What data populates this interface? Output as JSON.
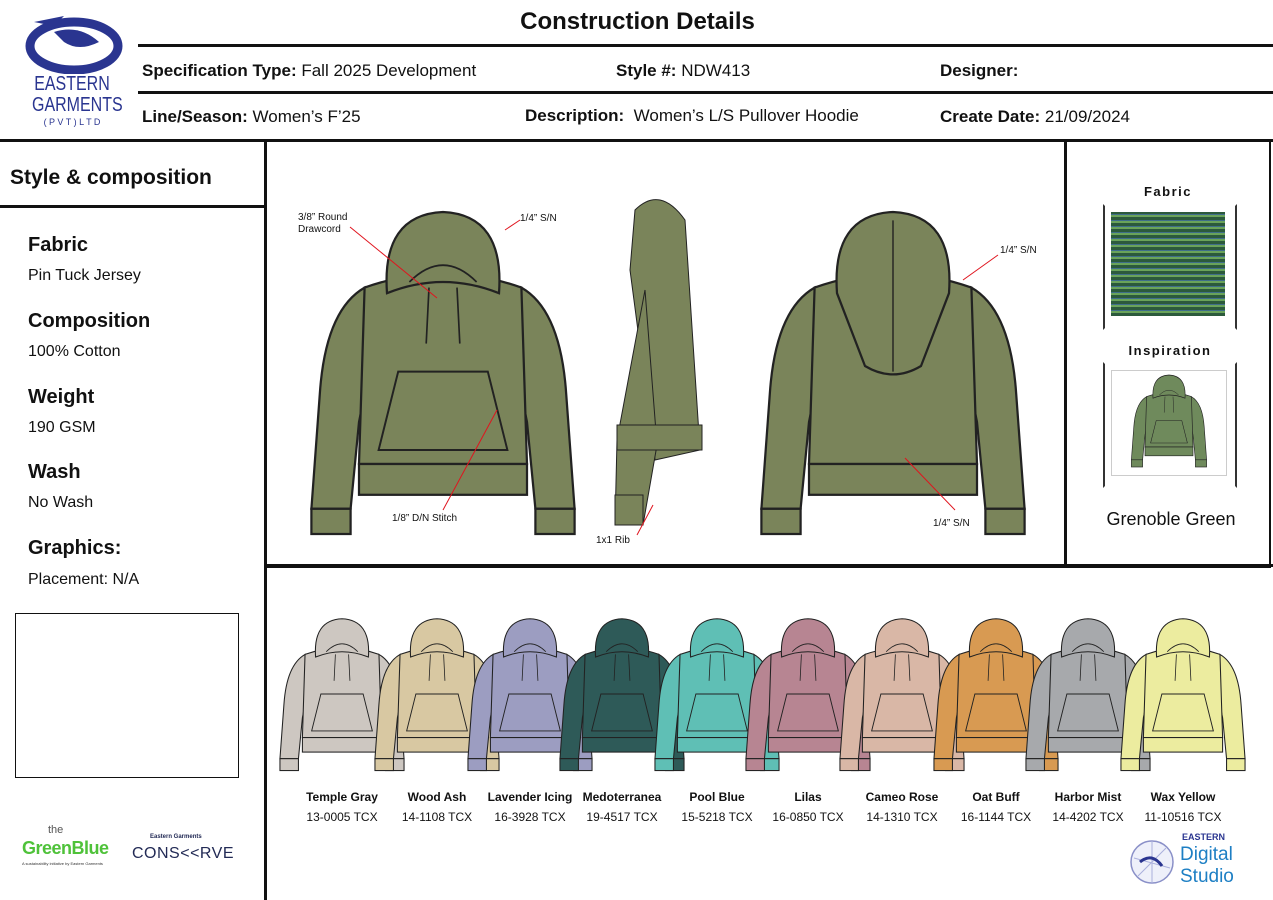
{
  "header": {
    "title": "Construction Details",
    "spec_type_label": "Specification Type:",
    "spec_type_value": "Fall 2025 Development",
    "style_label": "Style #:",
    "style_value": "NDW413",
    "designer_label": "Designer:",
    "designer_value": "",
    "line_label": "Line/Season:",
    "line_value": "Women’s  F’25",
    "desc_label": "Description:",
    "desc_value": "Women’s L/S Pullover Hoodie",
    "date_label": "Create Date:",
    "date_value": "21/09/2024"
  },
  "logo": {
    "line1": "EASTERN",
    "line2": "GARMENTS",
    "line3": "( P V T )  L T D"
  },
  "composition": {
    "title": "Style & composition",
    "fabric_label": "Fabric",
    "fabric_value": "Pin Tuck Jersey",
    "composition_label": "Composition",
    "composition_value": "100% Cotton",
    "weight_label": "Weight",
    "weight_value": "190 GSM",
    "wash_label": "Wash",
    "wash_value": "No Wash",
    "graphics_label": "Graphics:",
    "placement_value": "Placement:  N/A"
  },
  "callouts": {
    "drawcord": "3/8” Round\nDrawcord",
    "hood_sn": "1/4” S/N",
    "dn_stitch": "1/8” D/N Stitch",
    "rib": "1x1 Rib",
    "back_sn": "1/4” S/N",
    "hem_sn": "1/4” S/N"
  },
  "swatches": {
    "fabric_label": "Fabric",
    "inspiration_label": "Inspiration",
    "color_name": "Grenoble Green"
  },
  "main_color": "#7a845a",
  "colorways": [
    {
      "name": "Temple Gray",
      "code": "13-0005 TCX",
      "color": "#cdc7c1"
    },
    {
      "name": "Wood Ash",
      "code": "14-1108 TCX",
      "color": "#d8c8a2"
    },
    {
      "name": "Lavender Icing",
      "code": "16-3928 TCX",
      "color": "#9c9dc1"
    },
    {
      "name": "Medoterranea",
      "code": "19-4517 TCX",
      "color": "#2e5a58"
    },
    {
      "name": "Pool Blue",
      "code": "15-5218 TCX",
      "color": "#5fbfb5"
    },
    {
      "name": "Lilas",
      "code": "16-0850 TCX",
      "color": "#b78592"
    },
    {
      "name": "Cameo Rose",
      "code": "14-1310 TCX",
      "color": "#d9b7a6"
    },
    {
      "name": "Oat Buff",
      "code": "16-1144 TCX",
      "color": "#d89a52"
    },
    {
      "name": "Harbor Mist",
      "code": "14-4202 TCX",
      "color": "#a7a9ac"
    },
    {
      "name": "Wax Yellow",
      "code": "11-10516 TCX",
      "color": "#ecec9f"
    }
  ],
  "footer_logos": {
    "green_blue_the": "the",
    "green_blue": "GreenBlue",
    "green_blue_sub": "A sustainability initiative by Eastern Garments",
    "conserve_top": "Eastern Garments",
    "conserve": "CONS<<RVE",
    "eds1": "EASTERN",
    "eds2": "Digital",
    "eds3": "Studio"
  }
}
